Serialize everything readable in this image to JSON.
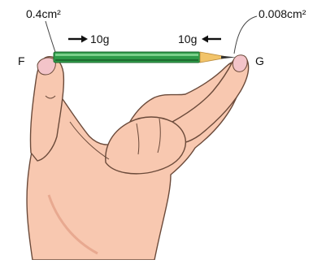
{
  "labels": {
    "left_area": "0.4cm²",
    "right_area": "0.008cm²",
    "left_force": "10g",
    "right_force": "10g",
    "left_point": "F",
    "right_point": "G"
  },
  "colors": {
    "skin": "#f8c8b0",
    "skin_shadow": "#e8a990",
    "outline": "#6b4a3a",
    "pencil_body": "#2e9a48",
    "pencil_dark": "#1d6b30",
    "pencil_light": "#7ad08a",
    "wood": "#f2c46a",
    "lead": "#333333",
    "nail": "#f3c4c9",
    "text": "#111111"
  }
}
